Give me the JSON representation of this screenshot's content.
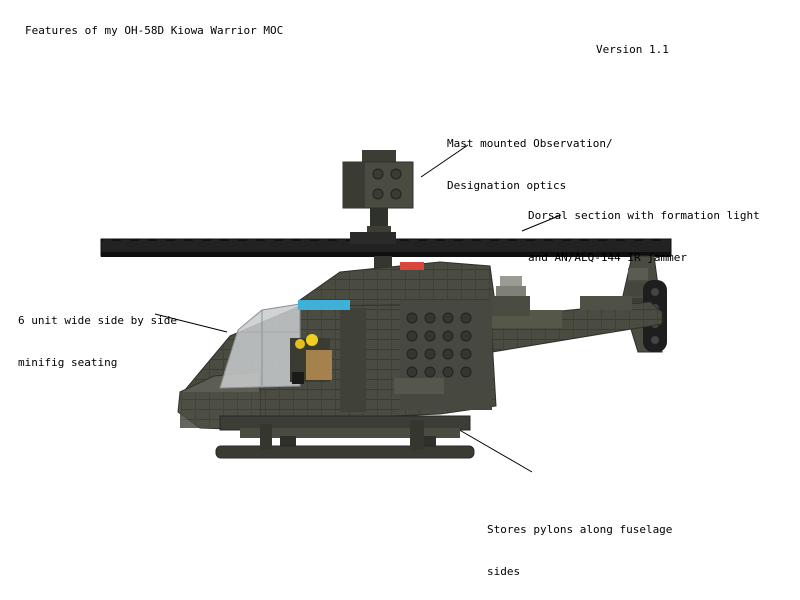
{
  "title": "Features of my OH-58D Kiowa Warrior MOC",
  "version": "Version 1.1",
  "annotations": {
    "optics": {
      "line1": "Mast mounted Observation/",
      "line2": "Designation optics"
    },
    "dorsal": {
      "line1": "Dorsal section with formation light",
      "line2": "and AN/ALQ-144 IR jammer"
    },
    "seating": {
      "line1": "6 unit wide side by side",
      "line2": "minifig seating"
    },
    "pylons": {
      "line1": "Stores pylons along fuselage",
      "line2": "sides"
    }
  },
  "colors": {
    "fuselage": "#4a4c42",
    "fuselage_dark": "#34362f",
    "fuselage_light": "#5c5e53",
    "rotor": "#1f1f1f",
    "canopy": "#c9ccce",
    "visor": "#3fb0d8",
    "minifig_head": "#f2cf1f",
    "minifig_body": "#a5814b",
    "light": "#d9463c"
  }
}
